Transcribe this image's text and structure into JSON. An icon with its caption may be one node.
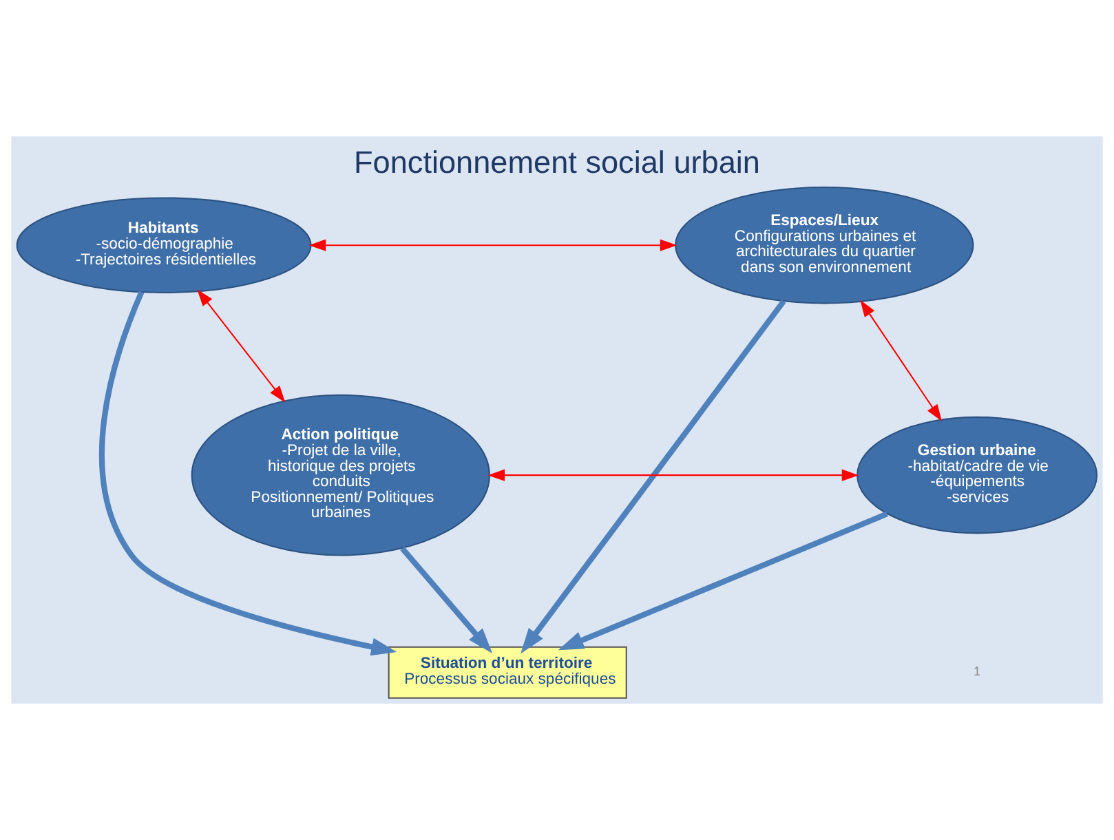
{
  "diagram": {
    "title": "Fonctionnement social urbain",
    "nodes": [
      {
        "text": [
          "Habitants",
          "-socio-démographie",
          "-Trajectoires résidentielles"
        ]
      },
      {
        "text": [
          "Espaces/Lieux",
          "Configurations urbaines et architecturales du quartier dans son environnement"
        ]
      },
      {
        "text": [
          "Situation d’un territoire",
          "Processus sociaux spécifiques"
        ]
      },
      {
        "text": [
          "Action politique",
          "-Projet de la ville, historique des projets conduits",
          "Positionnement/ Politiques urbaines"
        ]
      },
      {
        "text": [
          "Gestion urbaine",
          "-habitat/cadre de vie",
          "-équipements",
          "-services"
        ]
      }
    ],
    "edges": [
      {
        "from": 0,
        "to": 1,
        "arrow": "both",
        "color": "#ff0000"
      },
      {
        "from": 0,
        "to": 2,
        "arrow": "to",
        "style": "thick",
        "color": "#4f81bd"
      },
      {
        "from": 1,
        "to": 2,
        "arrow": "to",
        "style": "thick",
        "color": "#4f81bd"
      },
      {
        "from": 0,
        "to": 3,
        "arrow": "both",
        "color": "#ff0000"
      },
      {
        "from": 1,
        "to": 4,
        "arrow": "both",
        "color": "#ff0000"
      },
      {
        "from": 3,
        "to": 2,
        "arrow": "to",
        "style": "thick",
        "color": "#4f81bd"
      },
      {
        "from": 4,
        "to": 2,
        "arrow": "to",
        "style": "thick",
        "color": "#4f81bd"
      },
      {
        "from": 3,
        "to": 4,
        "arrow": "both",
        "color": "#ff0000"
      }
    ],
    "labels": [
      "1"
    ]
  }
}
